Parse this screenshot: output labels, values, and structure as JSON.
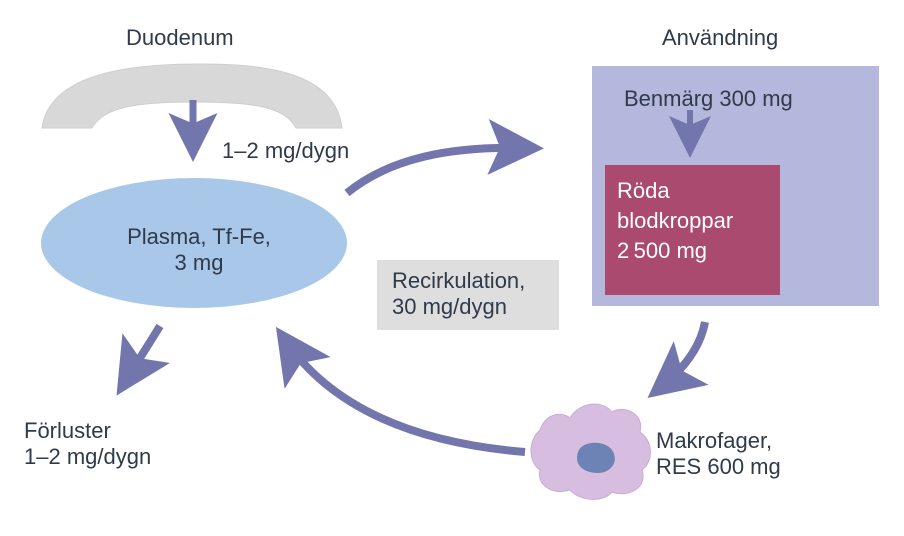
{
  "duodenum": {
    "title": "Duodenum",
    "transfer": "1–2 mg/dygn"
  },
  "plasma": {
    "line1": "Plasma, Tf-Fe,",
    "line2": "3 mg"
  },
  "usage": {
    "title": "Användning",
    "bone_marrow": "Benmärg 300 mg",
    "red_cells": {
      "line1": "Röda",
      "line2": "blodkroppar",
      "line3": "2 500 mg"
    }
  },
  "recirculation": {
    "line1": "Recirkulation,",
    "line2": "30 mg/dygn"
  },
  "losses": {
    "line1": "Förluster",
    "line2": "1–2 mg/dygn"
  },
  "macrophages": {
    "line1": "Makrofager,",
    "line2": "RES 600 mg"
  },
  "colors": {
    "arrow": "#7276ad",
    "plasma_fill": "#a9c7e8",
    "duodenum_fill": "#d8d8d8",
    "usage_fill": "#b3b8dc",
    "red_cells_fill": "#a94a6e",
    "recirc_fill": "#dedede",
    "macrophage_fill": "#d7bde0",
    "macrophage_nucleus": "#6d83b5"
  }
}
